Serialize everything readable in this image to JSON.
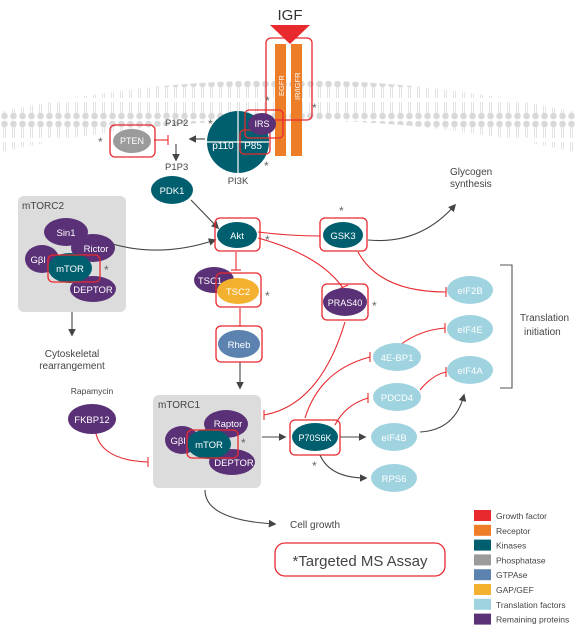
{
  "ligand": "IGF",
  "receptors": [
    "EGFR",
    "IR/IGFR"
  ],
  "nodes": {
    "irs": "IRS",
    "p110": "p110",
    "p85": "P85",
    "pi3k": "PI3K",
    "pten": "PTEN",
    "p1p2": "P1P2",
    "p1p3": "P1P3",
    "pdk1": "PDK1",
    "akt": "Akt",
    "gsk3": "GSK3",
    "glycogen_line1": "Glycogen",
    "glycogen_line2": "synthesis",
    "mtorc2": "mTORC2",
    "sin1": "Sin1",
    "rictor": "Rictor",
    "gbl": "Gβl",
    "mtor": "mTOR",
    "deptor": "DEPTOR",
    "cyto_line1": "Cytoskeletal",
    "cyto_line2": "rearrangement",
    "tsc1": "TSC1",
    "tsc2": "TSC2",
    "pras40": "PRAS40",
    "rheb": "Rheb",
    "rapamycin": "Rapamycin",
    "fkbp12": "FKBP12",
    "mtorc1": "mTORC1",
    "raptor": "Raptor",
    "p70s6k": "P70S6K",
    "eif2b": "eIF2B",
    "eif4e": "eIF4E",
    "eif4a": "eIF4A",
    "ebp1": "4E-BP1",
    "pdcd4": "PDCD4",
    "eif4b": "eIF4B",
    "rps6": "RPS6",
    "translation_line1": "Translation",
    "translation_line2": "initiation",
    "cell_growth": "Cell growth",
    "star": "*"
  },
  "assay_label": "*Targeted MS Assay",
  "legend": [
    {
      "label": "Growth factor",
      "color": "#e8292e"
    },
    {
      "label": "Receptor",
      "color": "#ee7d28"
    },
    {
      "label": "Kinases",
      "color": "#005f6e"
    },
    {
      "label": "Phosphatase",
      "color": "#9b9b9b"
    },
    {
      "label": "GTPAse",
      "color": "#5c83b0"
    },
    {
      "label": "GAP/GEF",
      "color": "#f4b02f"
    },
    {
      "label": "Translation factors",
      "color": "#9fd3e0"
    },
    {
      "label": "Remaining proteins",
      "color": "#5a3076"
    }
  ]
}
